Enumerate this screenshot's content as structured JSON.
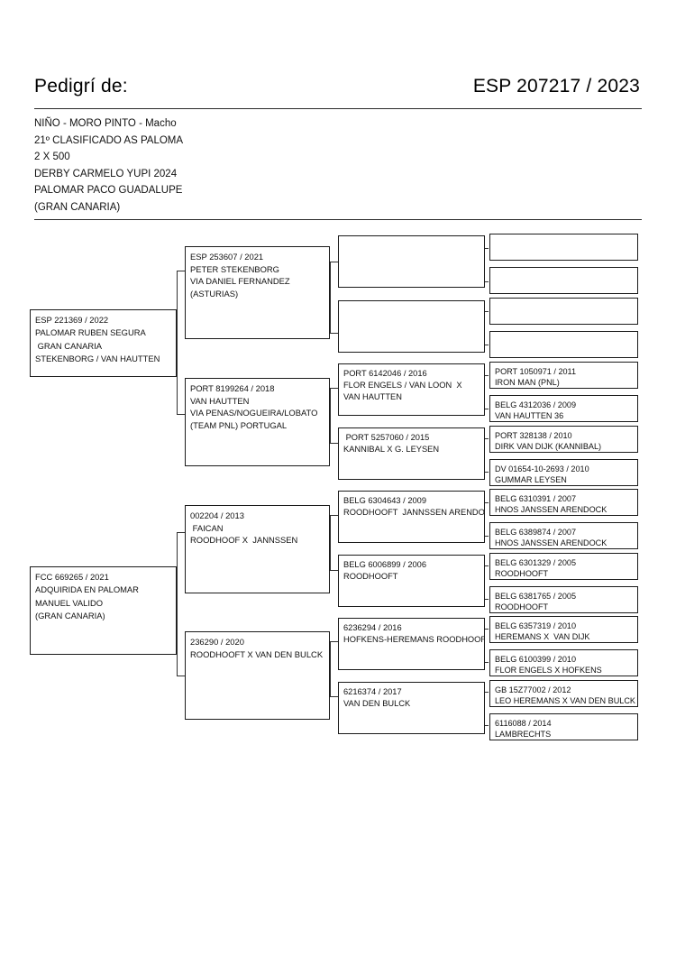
{
  "header": {
    "title": "Pedigrí de:",
    "ring": "ESP 207217 / 2023"
  },
  "subject": {
    "lines": [
      "NIÑO - MORO PINTO - Macho",
      "21º CLASIFICADO AS PALOMA",
      "2 X 500",
      "DERBY CARMELO YUPI 2024",
      "PALOMAR PACO GUADALUPE",
      "(GRAN CANARIA)"
    ]
  },
  "generation1": [
    {
      "id": "sire",
      "lines": [
        "ESP 221369 / 2022",
        "PALOMAR RUBEN SEGURA",
        " GRAN CANARIA",
        "STEKENBORG / VAN HAUTTEN"
      ]
    },
    {
      "id": "dam",
      "lines": [
        "FCC 669265 / 2021",
        "ADQUIRIDA EN PALOMAR",
        "MANUEL VALIDO",
        "(GRAN CANARIA)"
      ]
    }
  ],
  "generation2": [
    {
      "id": "sire-sire",
      "lines": [
        "ESP 253607 / 2021",
        "PETER STEKENBORG",
        "VIA DANIEL FERNANDEZ",
        "(ASTURIAS)"
      ]
    },
    {
      "id": "sire-dam",
      "lines": [
        "PORT 8199264 / 2018",
        "VAN HAUTTEN",
        "VIA PENAS/NOGUEIRA/LOBATO",
        "(TEAM PNL) PORTUGAL"
      ]
    },
    {
      "id": "dam-sire",
      "lines": [
        "002204 / 2013",
        " FAICAN",
        "ROODHOOF X  JANNSSEN"
      ]
    },
    {
      "id": "dam-dam",
      "lines": [
        "236290 / 2020",
        "ROODHOOFT X VAN DEN BULCK"
      ]
    }
  ],
  "generation3": [
    {
      "id": "g3-1",
      "lines": []
    },
    {
      "id": "g3-2",
      "lines": []
    },
    {
      "id": "g3-3",
      "lines": [
        "PORT 6142046 / 2016",
        "FLOR ENGELS / VAN LOON  X",
        "VAN HAUTTEN"
      ]
    },
    {
      "id": "g3-4",
      "lines": [
        " PORT 5257060 / 2015",
        "KANNIBAL X G. LEYSEN"
      ]
    },
    {
      "id": "g3-5",
      "lines": [
        "BELG 6304643 / 2009",
        "ROODHOOFT  JANNSSEN ARENDOCK"
      ]
    },
    {
      "id": "g3-6",
      "lines": [
        "BELG 6006899 / 2006",
        "ROODHOOFT"
      ]
    },
    {
      "id": "g3-7",
      "lines": [
        "6236294 / 2016",
        "HOFKENS-HEREMANS ROODHOOFT"
      ]
    },
    {
      "id": "g3-8",
      "lines": [
        "6216374 / 2017",
        "VAN DEN BULCK"
      ]
    }
  ],
  "generation4": [
    {
      "id": "g4-1",
      "lines": []
    },
    {
      "id": "g4-2",
      "lines": []
    },
    {
      "id": "g4-3",
      "lines": []
    },
    {
      "id": "g4-4",
      "lines": []
    },
    {
      "id": "g4-5",
      "lines": [
        "PORT 1050971 / 2011",
        "IRON MAN (PNL)"
      ]
    },
    {
      "id": "g4-6",
      "lines": [
        "BELG 4312036 / 2009",
        "VAN HAUTTEN 36"
      ]
    },
    {
      "id": "g4-7",
      "lines": [
        "PORT 328138 / 2010",
        "DIRK VAN DIJK (KANNIBAL)"
      ]
    },
    {
      "id": "g4-8",
      "lines": [
        "DV 01654-10-2693 / 2010",
        "GUMMAR LEYSEN"
      ]
    },
    {
      "id": "g4-9",
      "lines": [
        "BELG 6310391 / 2007",
        "HNOS JANSSEN ARENDOCK"
      ]
    },
    {
      "id": "g4-10",
      "lines": [
        "BELG 6389874 / 2007",
        "HNOS JANSSEN ARENDOCK"
      ]
    },
    {
      "id": "g4-11",
      "lines": [
        "BELG 6301329 / 2005",
        "ROODHOOFT"
      ]
    },
    {
      "id": "g4-12",
      "lines": [
        "BELG 6381765 / 2005",
        "ROODHOOFT"
      ]
    },
    {
      "id": "g4-13",
      "lines": [
        "BELG 6357319 / 2010",
        "HEREMANS X  VAN DIJK"
      ]
    },
    {
      "id": "g4-14",
      "lines": [
        "BELG 6100399 / 2010",
        "FLOR ENGELS X HOFKENS"
      ]
    },
    {
      "id": "g4-15",
      "lines": [
        "GB 15Z77002 / 2012",
        "LEO HEREMANS X VAN DEN BULCK"
      ]
    },
    {
      "id": "g4-16",
      "lines": [
        "6116088 / 2014",
        "LAMBRECHTS"
      ]
    }
  ]
}
